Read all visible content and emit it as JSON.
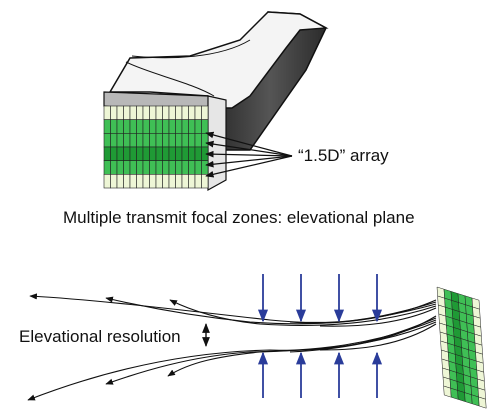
{
  "array_label": "“1.5D” array",
  "subtitle": "Multiple transmit focal zones: elevational plane",
  "elevation_label": "Elevational resolution",
  "colors": {
    "element_green": "#3fbf55",
    "element_dark_green": "#1f9a35",
    "element_light": "#eef6d6",
    "beam_arrow": "#2a3c9a",
    "probe_dark": "#3a3a3a",
    "probe_light": "#f4f4f4",
    "line": "#111111"
  }
}
